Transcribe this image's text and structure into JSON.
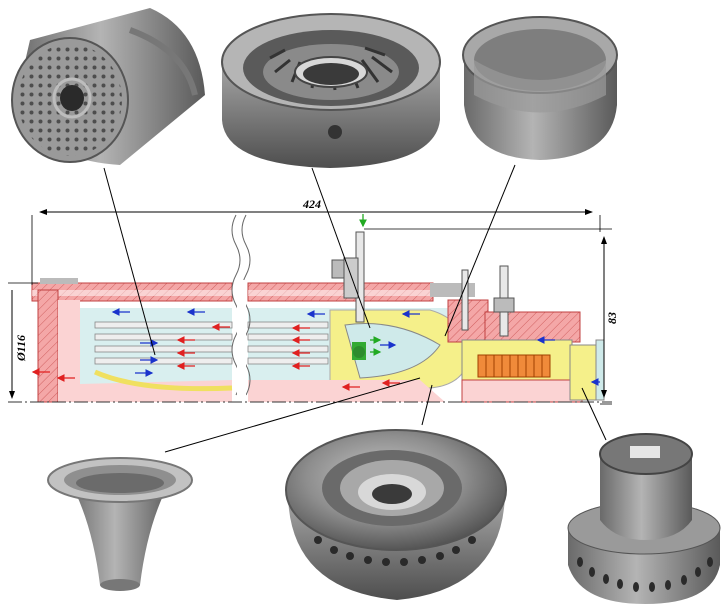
{
  "dimensions": {
    "length": "424",
    "diameter": "Ø116",
    "height": "83"
  },
  "photos": [
    {
      "name": "conical-swirler-disc"
    },
    {
      "name": "bladed-swirler-ring"
    },
    {
      "name": "plain-ring"
    },
    {
      "name": "flared-nozzle"
    },
    {
      "name": "perforated-dome"
    },
    {
      "name": "perforated-cylinder-cap"
    }
  ],
  "colors": {
    "casing": "#f4a7a7",
    "liner": "#bfe3e3",
    "insert": "#f5f08a",
    "flow_blue": "#1a33cc",
    "flow_red": "#e02020",
    "flow_green": "#22aa22"
  }
}
